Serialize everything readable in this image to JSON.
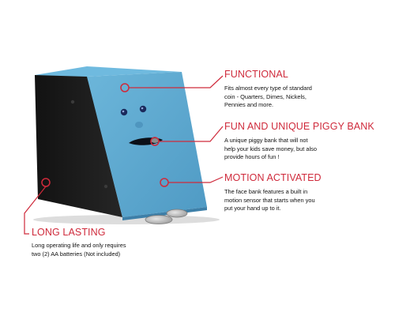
{
  "colors": {
    "accent": "#cf2a3b",
    "bank_face": "#5ba8cf",
    "bank_body": "#1a1a1a",
    "text": "#111111"
  },
  "features": {
    "functional": {
      "title": "FUNCTIONAL",
      "description": "Fits almost every type of standard\ncoin - Quarters, Dimes, Nickels,\nPennies and more."
    },
    "piggy_bank": {
      "title": "FUN AND UNIQUE PIGGY BANK",
      "description": "A unique piggy bank that will not\nhelp your kids save money, but also\nprovide hours of fun !"
    },
    "motion": {
      "title": "MOTION ACTIVATED",
      "description": "The face bank features a built in\nmotion sensor that starts when you\nput your hand up to it."
    },
    "long_lasting": {
      "title": "LONG LASTING",
      "description": "Long operating life and only requires\ntwo (2) AA batteries (Not included)"
    }
  }
}
